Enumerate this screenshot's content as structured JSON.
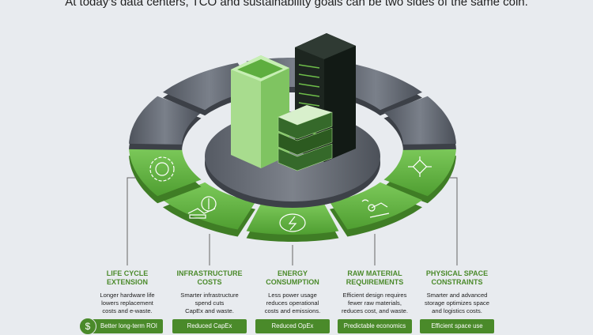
{
  "header": {
    "title": "At today’s data centers, TCO and sustainability goals can be two sides of the same coin."
  },
  "colors": {
    "green": "#5fae3c",
    "green_dark": "#3f7d25",
    "gray": "#5d636d",
    "label_green": "#4b8a2b",
    "badge": "#4a8a2a"
  },
  "pillars": [
    {
      "title": "LIFE CYCLE\nEXTENSION",
      "desc": "Longer hardware life\nlowers replacement\ncosts and e-waste.",
      "badge": "Better long-term ROI",
      "icon": "gear-cycle-icon"
    },
    {
      "title": "INFRASTRUCTURE\nCOSTS",
      "desc": "Smarter infrastructure\nspend cuts\nCapEx and waste.",
      "badge": "Reduced CapEx",
      "icon": "dollar-chart-icon"
    },
    {
      "title": "ENERGY\nCONSUMPTION",
      "desc": "Less power usage\nreduces operational\ncosts and emissions.",
      "badge": "Reduced OpEx",
      "icon": "energy-cycle-icon"
    },
    {
      "title": "RAW MATERIAL\nREQUIREMENTS",
      "desc": "Efficient design requires\nfewer raw materials,\nreduces cost, and waste.",
      "badge": "Predictable economics",
      "icon": "robot-arm-icon"
    },
    {
      "title": "PHYSICAL SPACE\nCONSTRAINTS",
      "desc": "Smarter and advanced\nstorage optimizes space\nand logistics costs.",
      "badge": "Efficient space use",
      "icon": "compress-icon"
    }
  ],
  "coin_symbol": "$"
}
